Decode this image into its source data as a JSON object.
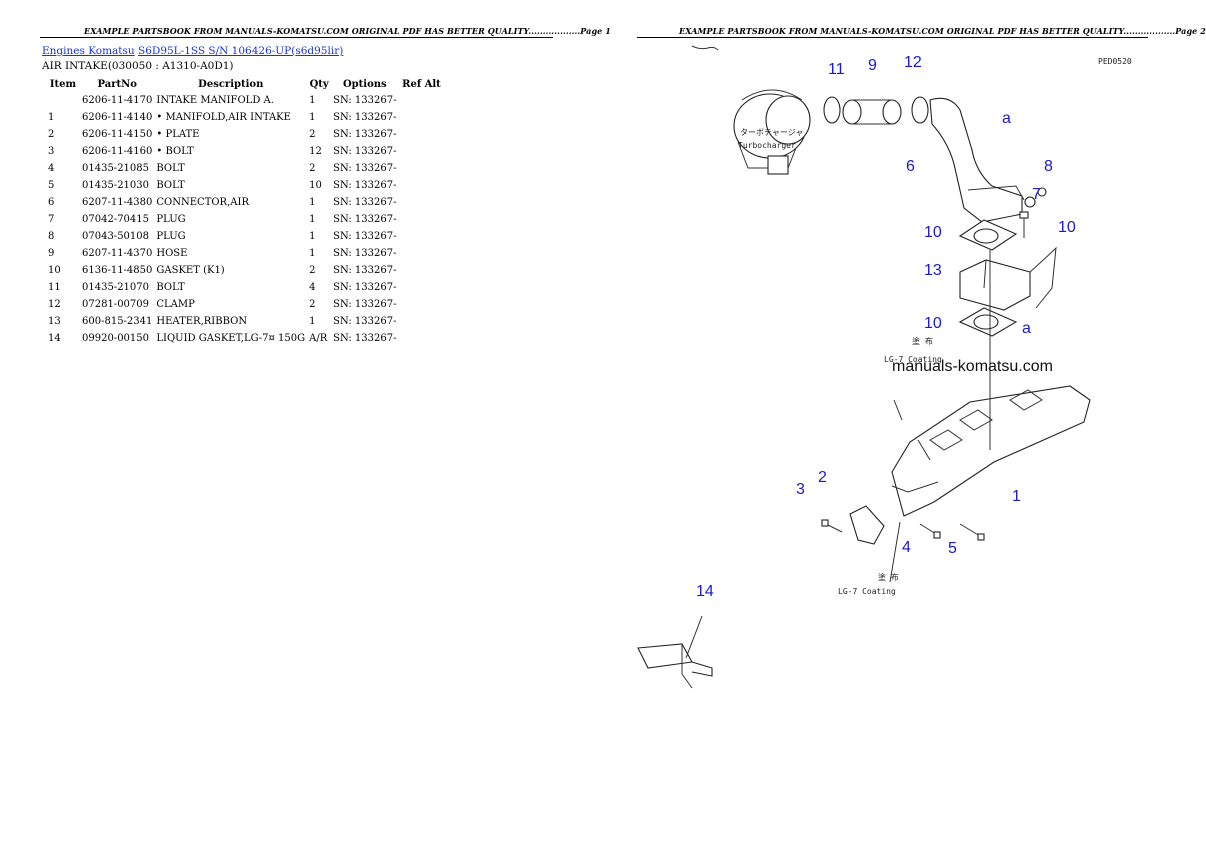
{
  "header": {
    "left": "EXAMPLE PARTSBOOK FROM MANUALS-KOMATSU.COM ORIGINAL PDF HAS BETTER QUALITY..................Page 1",
    "right": "EXAMPLE PARTSBOOK FROM MANUALS-KOMATSU.COM ORIGINAL PDF HAS BETTER QUALITY..................Page 2"
  },
  "breadcrumb": {
    "link1": "Engines Komatsu",
    "link2": "S6D95L-1SS S/N 106426-UP(s6d95lir)"
  },
  "section_title": "AIR INTAKE(030050 : A1310-A0D1)",
  "table": {
    "headers": [
      "Item",
      "PartNo",
      "Description",
      "Qty",
      "Options",
      "Ref Alt"
    ],
    "rows": [
      {
        "item": "",
        "part": "6206-11-4170",
        "desc": "INTAKE MANIFOLD A.",
        "qty": "1",
        "opt": "SN: 133267-",
        "ref": ""
      },
      {
        "item": "1",
        "part": "6206-11-4140",
        "desc": "• MANIFOLD,AIR INTAKE",
        "qty": "1",
        "opt": "SN: 133267-",
        "ref": ""
      },
      {
        "item": "2",
        "part": "6206-11-4150",
        "desc": "• PLATE",
        "qty": "2",
        "opt": "SN: 133267-",
        "ref": ""
      },
      {
        "item": "3",
        "part": "6206-11-4160",
        "desc": "• BOLT",
        "qty": "12",
        "opt": "SN: 133267-",
        "ref": ""
      },
      {
        "item": "4",
        "part": "01435-21085",
        "desc": "BOLT",
        "qty": "2",
        "opt": "SN: 133267-",
        "ref": ""
      },
      {
        "item": "5",
        "part": "01435-21030",
        "desc": "BOLT",
        "qty": "10",
        "opt": "SN: 133267-",
        "ref": ""
      },
      {
        "item": "6",
        "part": "6207-11-4380",
        "desc": "CONNECTOR,AIR",
        "qty": "1",
        "opt": "SN: 133267-",
        "ref": ""
      },
      {
        "item": "7",
        "part": "07042-70415",
        "desc": "PLUG",
        "qty": "1",
        "opt": "SN: 133267-",
        "ref": ""
      },
      {
        "item": "8",
        "part": "07043-50108",
        "desc": "PLUG",
        "qty": "1",
        "opt": "SN: 133267-",
        "ref": ""
      },
      {
        "item": "9",
        "part": "6207-11-4370",
        "desc": "HOSE",
        "qty": "1",
        "opt": "SN: 133267-",
        "ref": ""
      },
      {
        "item": "10",
        "part": "6136-11-4850",
        "desc": "GASKET (K1)",
        "qty": "2",
        "opt": "SN: 133267-",
        "ref": ""
      },
      {
        "item": "11",
        "part": "01435-21070",
        "desc": "BOLT",
        "qty": "4",
        "opt": "SN: 133267-",
        "ref": ""
      },
      {
        "item": "12",
        "part": "07281-00709",
        "desc": "CLAMP",
        "qty": "2",
        "opt": "SN: 133267-",
        "ref": ""
      },
      {
        "item": "13",
        "part": "600-815-2341",
        "desc": "HEATER,RIBBON",
        "qty": "1",
        "opt": "SN: 133267-",
        "ref": ""
      },
      {
        "item": "14",
        "part": "09920-00150",
        "desc": "LIQUID GASKET,LG-7¤ 150G",
        "qty": "A/R",
        "opt": "SN: 133267-",
        "ref": ""
      }
    ]
  },
  "diagram": {
    "code": "PED0520",
    "turbo_jp": "ターボチャージャ",
    "turbo_en": "Turbocharger",
    "coating_jp": "塗 布",
    "coating_en": "LG-7 Coating",
    "watermark": "manuals-komatsu.com",
    "callout_a": "a",
    "callouts": [
      "1",
      "2",
      "3",
      "4",
      "5",
      "6",
      "7",
      "8",
      "9",
      "10",
      "10",
      "11",
      "12",
      "12",
      "13",
      "14"
    ]
  }
}
